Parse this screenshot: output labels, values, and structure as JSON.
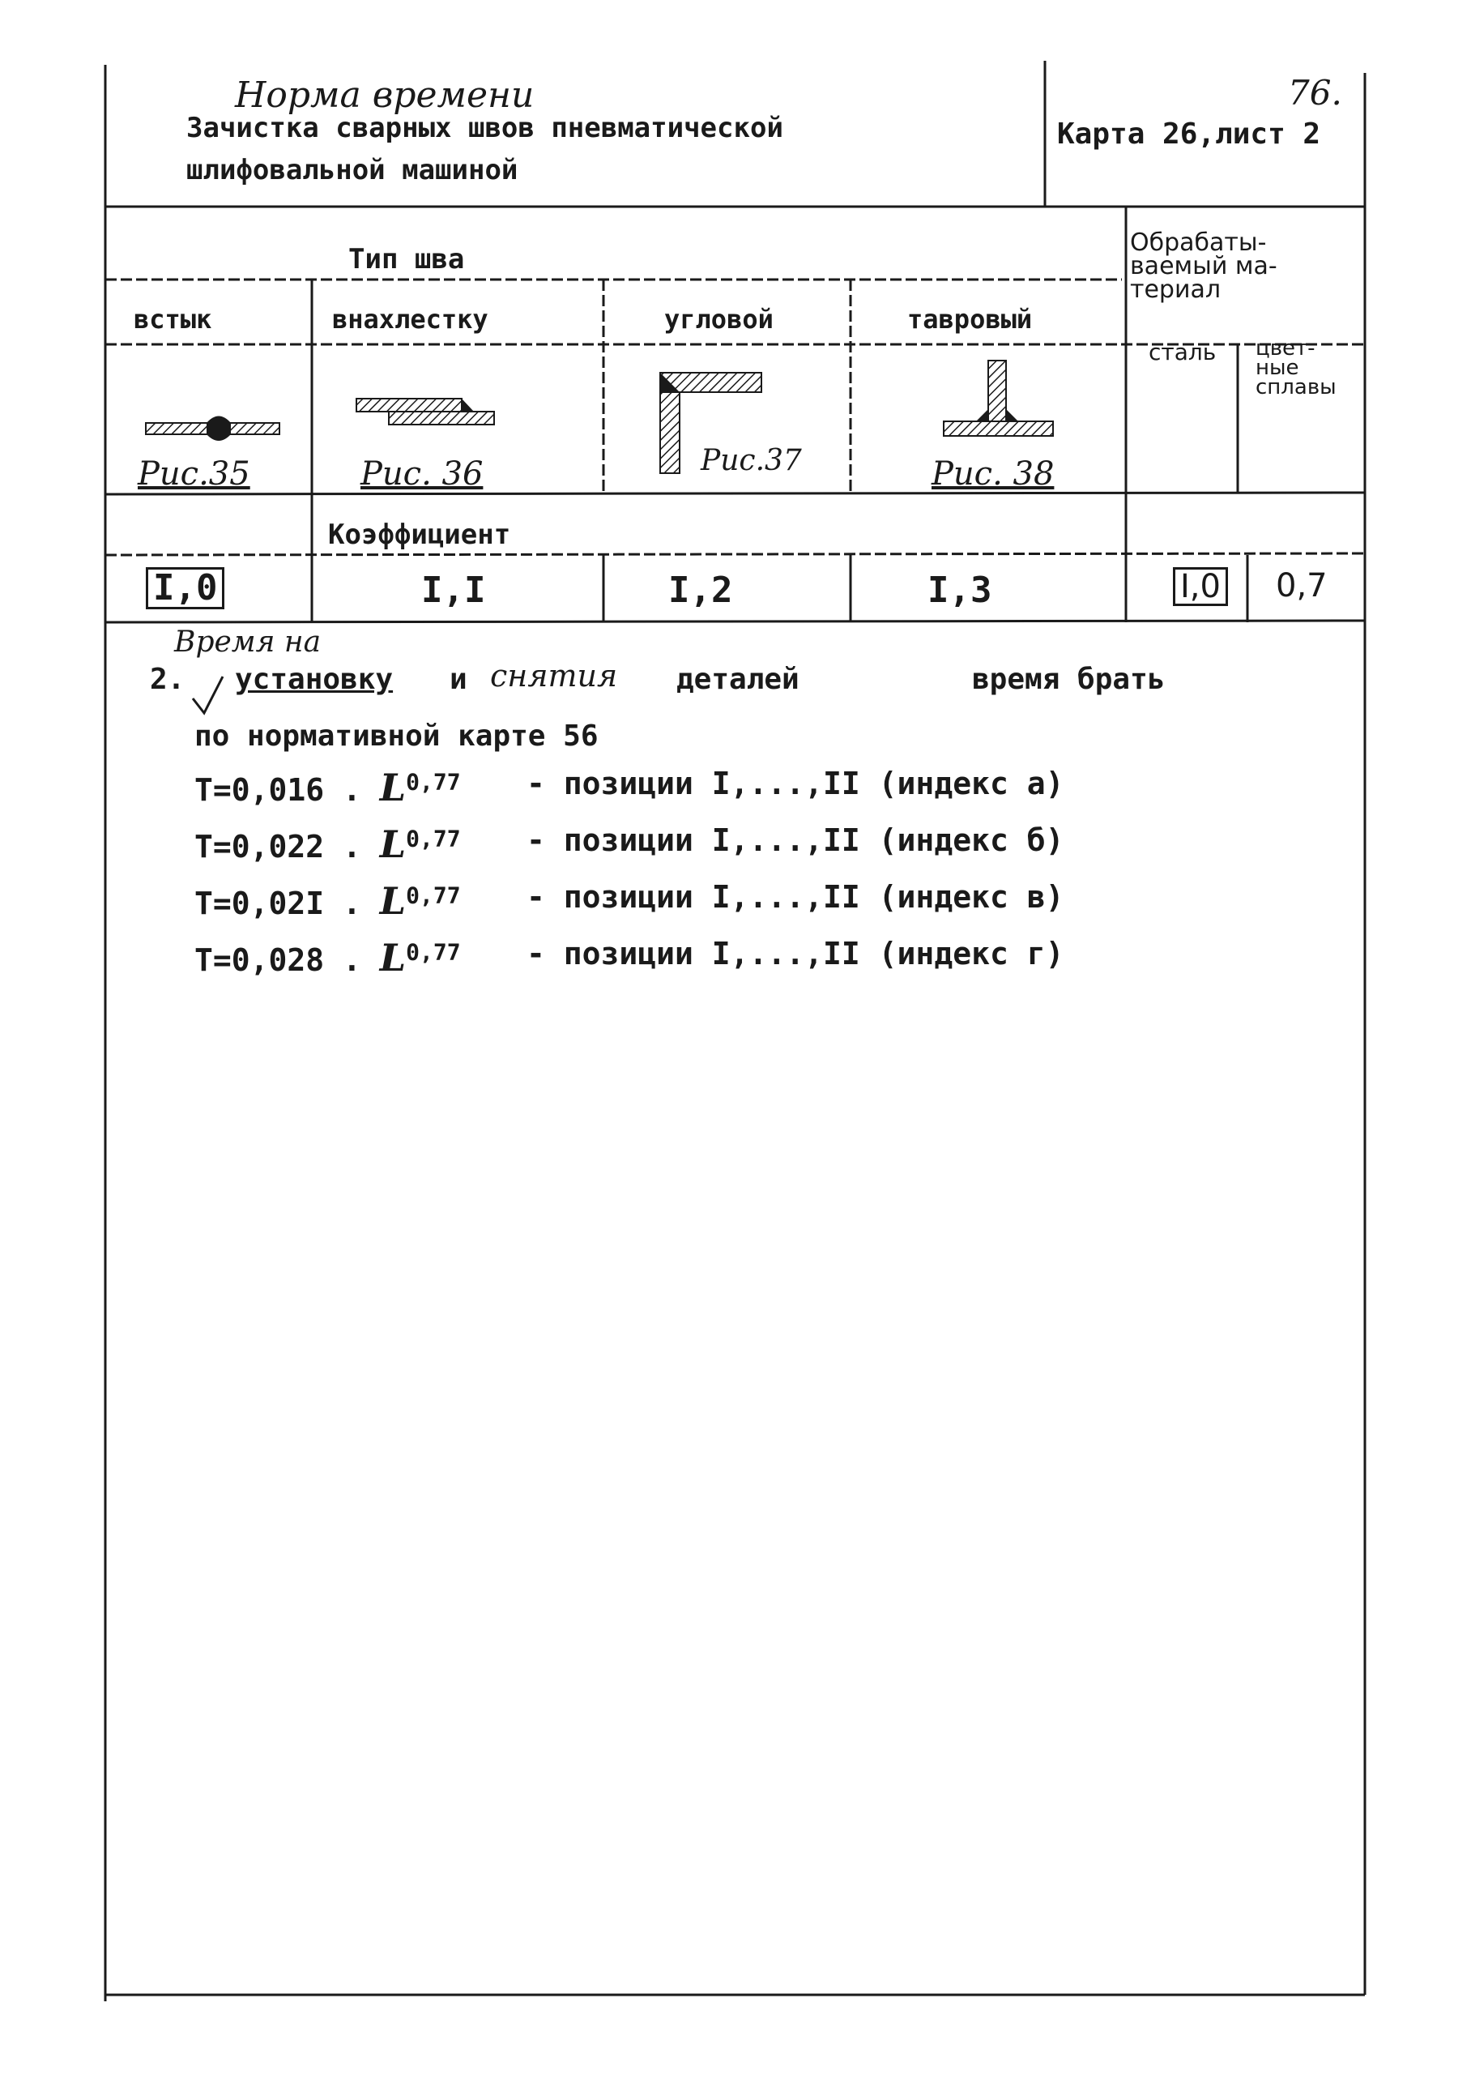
{
  "header": {
    "handwritten_title": "Норма времени",
    "title_line1": "Зачистка сварных швов пневматической",
    "title_line2": "шлифовальной машиной",
    "page_number": "76.",
    "card_ref": "Карта 26,лист 2"
  },
  "table": {
    "seam_type_header": "Тип шва",
    "material_header": "Обрабаты-\nваемый ма-\nтериал",
    "columns": [
      "встык",
      "внахлестку",
      "угловой",
      "тавровый"
    ],
    "material_columns": [
      "сталь",
      "цвет-\nные\nсплавы"
    ],
    "figure_captions": [
      "Рис.35",
      "Рис. 36",
      "Рис.37",
      "Рис. 38"
    ],
    "coefficient_label": "Коэффициент",
    "coefficients": [
      "I,0",
      "I,I",
      "I,2",
      "I,3"
    ],
    "material_coefficients": [
      "I,0",
      "0,7"
    ]
  },
  "body": {
    "handwritten_insert": "Время на",
    "item_number": "2.",
    "line1_a": "установку",
    "line1_b": "и",
    "line1_hand": "снятия",
    "line1_c": "деталей",
    "line1_d": "время брать",
    "line2": "по нормативной карте 56",
    "formulas": [
      {
        "coef": "T=0,016 .",
        "exp": "0,77",
        "desc": "- позиции I,...,II (индекс а)"
      },
      {
        "coef": "T=0,022 .",
        "exp": "0,77",
        "desc": "- позиции I,...,II (индекс б)"
      },
      {
        "coef": "T=0,02I .",
        "exp": "0,77",
        "desc": "- позиции I,...,II (индекс в)"
      },
      {
        "coef": "T=0,028 .",
        "exp": "0,77",
        "desc": "- позиции I,...,II (индекс г)"
      }
    ],
    "formula_var": "L"
  }
}
